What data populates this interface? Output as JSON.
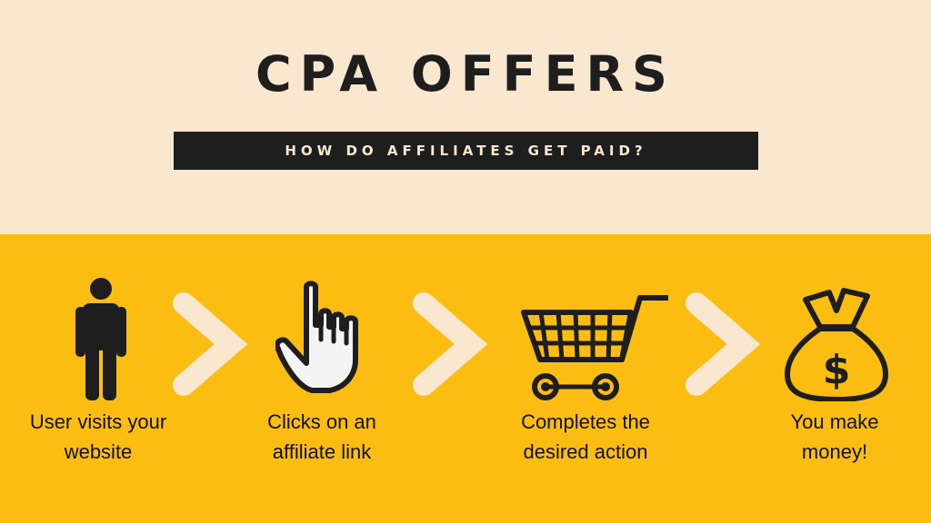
{
  "title": "CPA OFFERS",
  "subtitle": "HOW DO AFFILIATES GET PAID?",
  "colors": {
    "top_background": "#f9e7cf",
    "bottom_background": "#fbbd12",
    "dark": "#1e1e1e",
    "arrow": "#f9e7cf",
    "hand_fill": "#f4f4f4"
  },
  "steps": [
    {
      "icon": "person-icon",
      "label_line1": "User visits your",
      "label_line2": "website"
    },
    {
      "icon": "pointer-hand-icon",
      "label_line1": "Clicks on an",
      "label_line2": "affiliate link"
    },
    {
      "icon": "shopping-cart-icon",
      "label_line1": "Completes the",
      "label_line2": "desired action"
    },
    {
      "icon": "money-bag-icon",
      "label_line1": "You make",
      "label_line2": "money!"
    }
  ],
  "arrows": [
    "chevron-right-icon",
    "chevron-right-icon",
    "chevron-right-icon"
  ]
}
